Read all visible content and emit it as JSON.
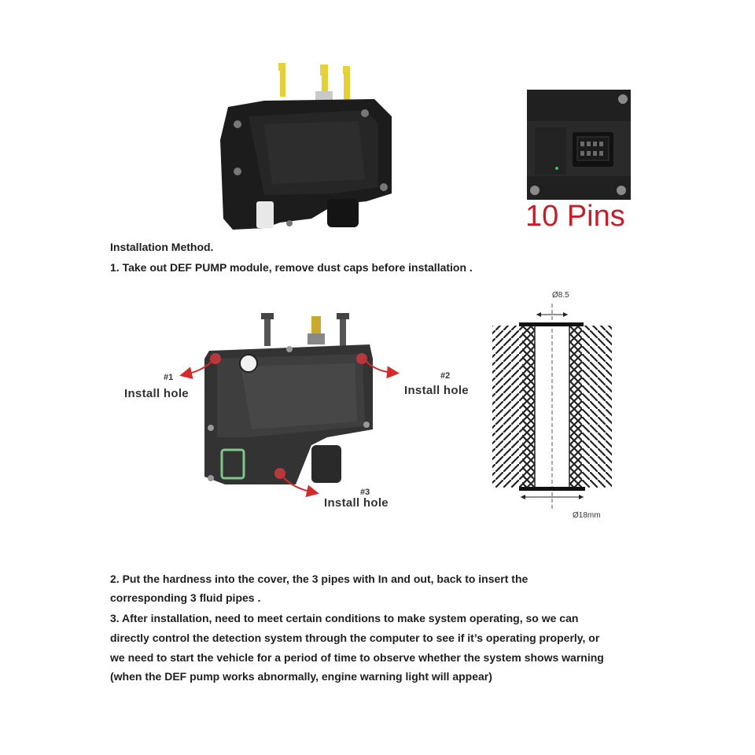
{
  "header_photo": {
    "pin_label": "10 Pins"
  },
  "method": {
    "heading": "Installation Method.",
    "step1": "1.  Take out DEF PUMP module, remove dust caps before installation .",
    "step2_line1": "2.  Put the hardness into the cover, the 3 pipes with In and out, back to insert the",
    "step2_line2": "corresponding 3 fluid pipes .",
    "step3_line1": "3.  After installation, need to meet  certain conditions to make system operating, so we can",
    "step3_line2": "directly control the detection system through the computer to see if it’s operating properly, or",
    "step3_line3": "we need to start the vehicle for a period of time to observe whether the system shows warning",
    "step3_line4": "(when the DEF pump works abnormally, engine warning light will appear)"
  },
  "diagram": {
    "hole1_num": "#1",
    "hole1_label": "Install hole",
    "hole2_num": "#2",
    "hole2_label": "Install hole",
    "hole3_num": "#3",
    "hole3_label": "Install hole",
    "dim_top": "Ø8.5",
    "dim_bottom": "Ø18mm"
  },
  "colors": {
    "accent_red": "#c41e2a",
    "pump_body": "#1c1c1c",
    "connector_yellow": "#e6d23c"
  }
}
